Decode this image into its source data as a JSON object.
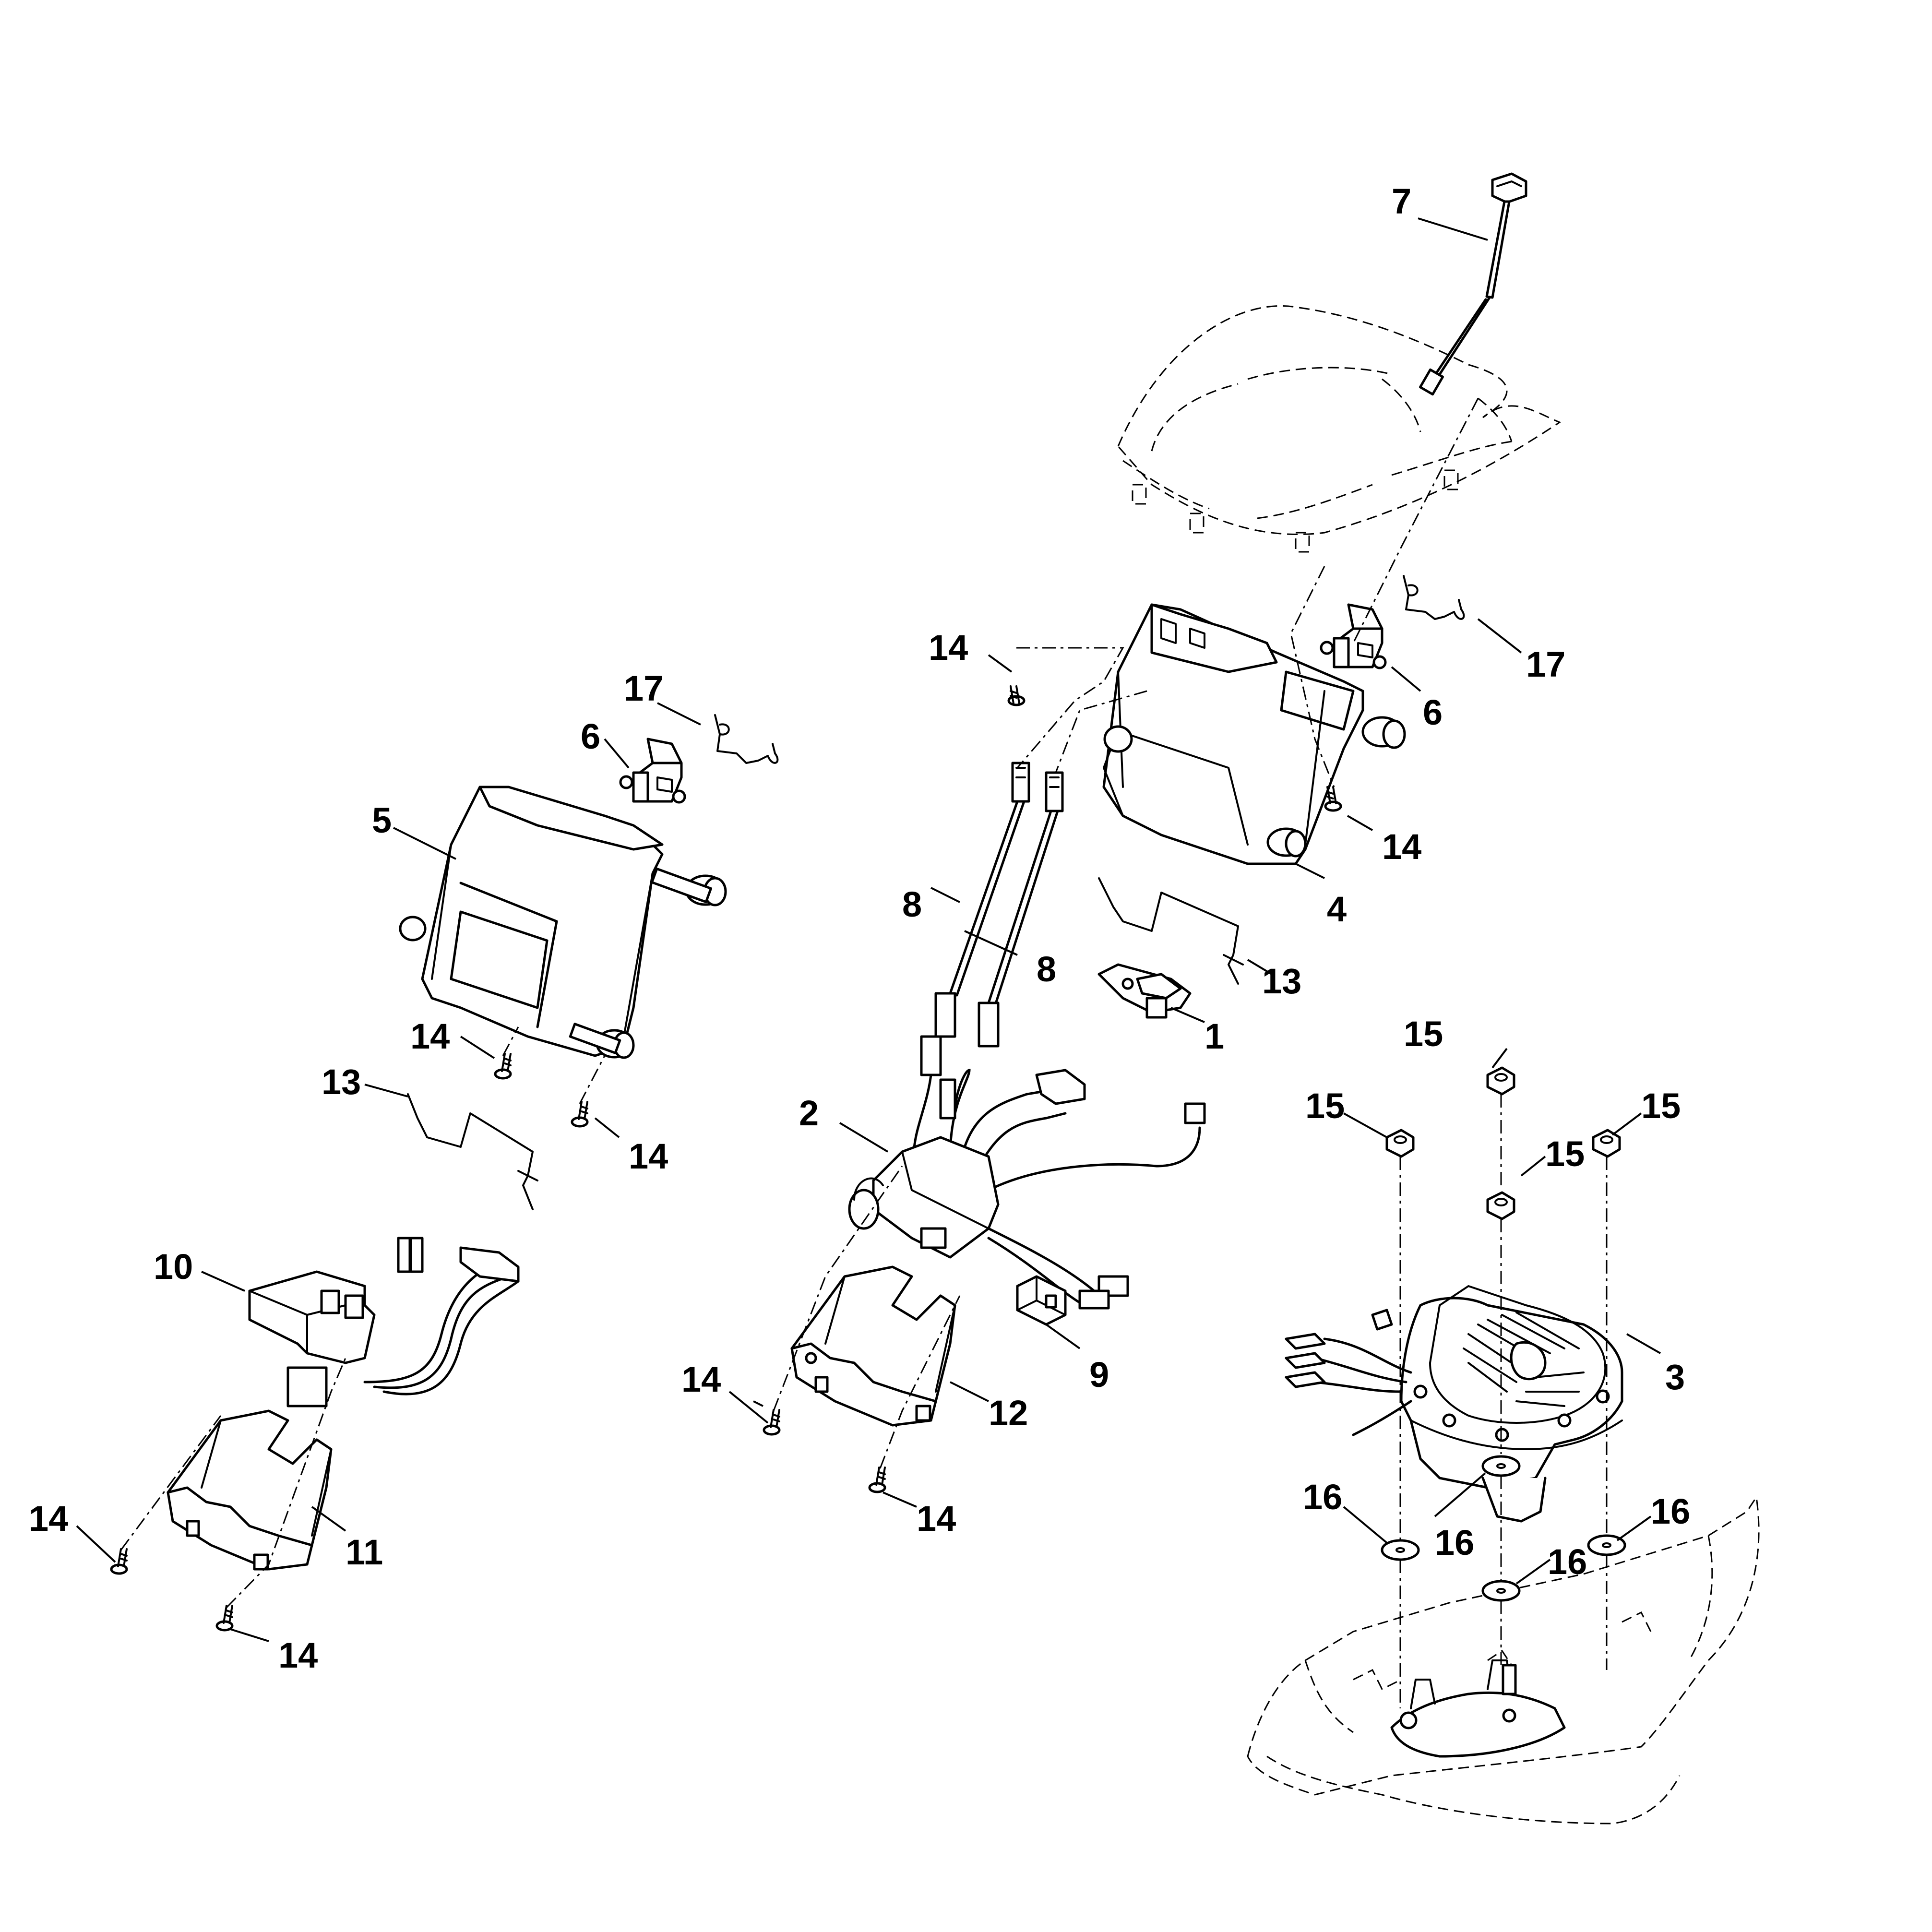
{
  "labels": {
    "l1": "1",
    "l2": "2",
    "l3": "3",
    "l4": "4",
    "l5": "5",
    "l6a": "6",
    "l6b": "6",
    "l7": "7",
    "l8a": "8",
    "l8b": "8",
    "l9": "9",
    "l10": "10",
    "l11": "11",
    "l12": "12",
    "l13a": "13",
    "l13b": "13",
    "l14a": "14",
    "l14b": "14",
    "l14c": "14",
    "l14d": "14",
    "l14e": "14",
    "l14f": "14",
    "l14g": "14",
    "l14h": "14",
    "l15a": "15",
    "l15b": "15",
    "l15c": "15",
    "l15d": "15",
    "l16a": "16",
    "l16b": "16",
    "l16c": "16",
    "l16d": "16",
    "l17a": "17",
    "l17b": "17"
  },
  "colors": {
    "line": "#000000",
    "background": "#ffffff"
  }
}
